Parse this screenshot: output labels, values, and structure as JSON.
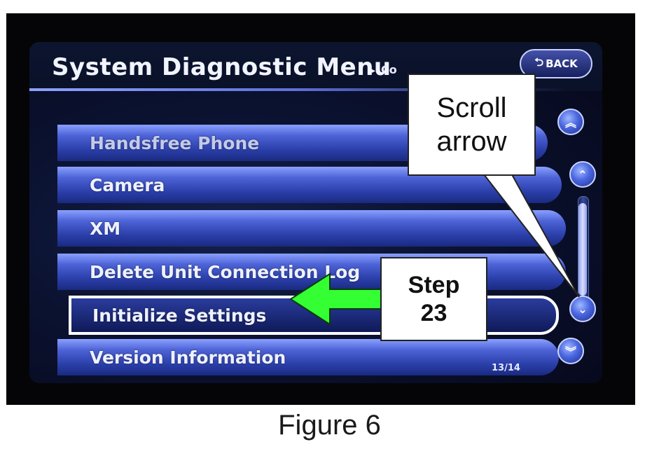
{
  "screen": {
    "title": "System Diagnostic Menu",
    "breadcrumb": "Co",
    "back_label": "BACK",
    "page_indicator": "13/14"
  },
  "menu": {
    "items": [
      {
        "label": "Handsfree Phone",
        "state": "dim"
      },
      {
        "label": "Camera",
        "state": "normal"
      },
      {
        "label": "XM",
        "state": "normal"
      },
      {
        "label": "Delete Unit Connection Log",
        "state": "normal"
      },
      {
        "label": "Initialize Settings",
        "state": "selected"
      },
      {
        "label": "Version Information",
        "state": "normal"
      }
    ]
  },
  "scroll": {
    "page_up_icon": "double-chevron-up-icon",
    "up_icon": "chevron-up-icon",
    "down_icon": "chevron-down-icon",
    "page_down_icon": "double-chevron-down-icon",
    "position_fraction": 0.93
  },
  "annotations": {
    "scroll_callout": "Scroll arrow",
    "step_callout_line1": "Step",
    "step_callout_line2": "23",
    "arrow_color": "#33ff33"
  },
  "caption": "Figure 6"
}
